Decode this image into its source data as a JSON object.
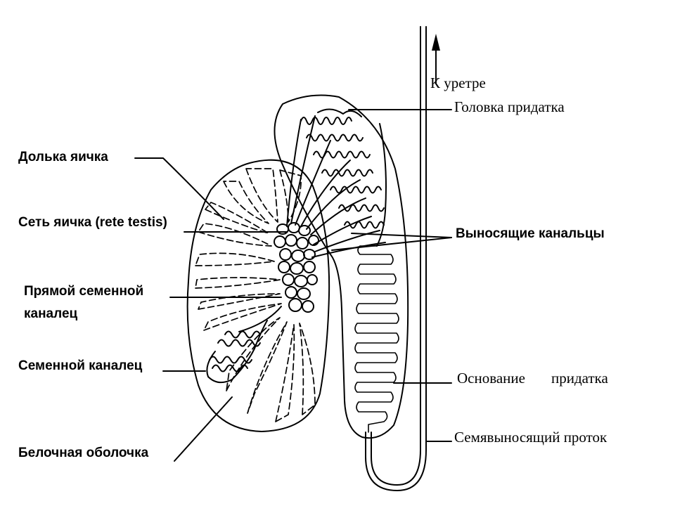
{
  "labels": {
    "urethra": "К уретре",
    "epididymis_head": "Головка придатка",
    "testis_lobule": "Долька яичка",
    "rete_testis": "Сеть яичка (rete   testis)",
    "efferent_ductules": "Выносящие канальцы",
    "straight_tubule_line1": "Прямой семенной",
    "straight_tubule_line2": "каналец",
    "seminiferous_tubule": "Семенной каналец",
    "epididymis_tail_word1": "Основание",
    "epididymis_tail_word2": "придатка",
    "vas_deferens": "Семявыносящий проток",
    "tunica_albuginea": "Белочная оболочка"
  }
}
